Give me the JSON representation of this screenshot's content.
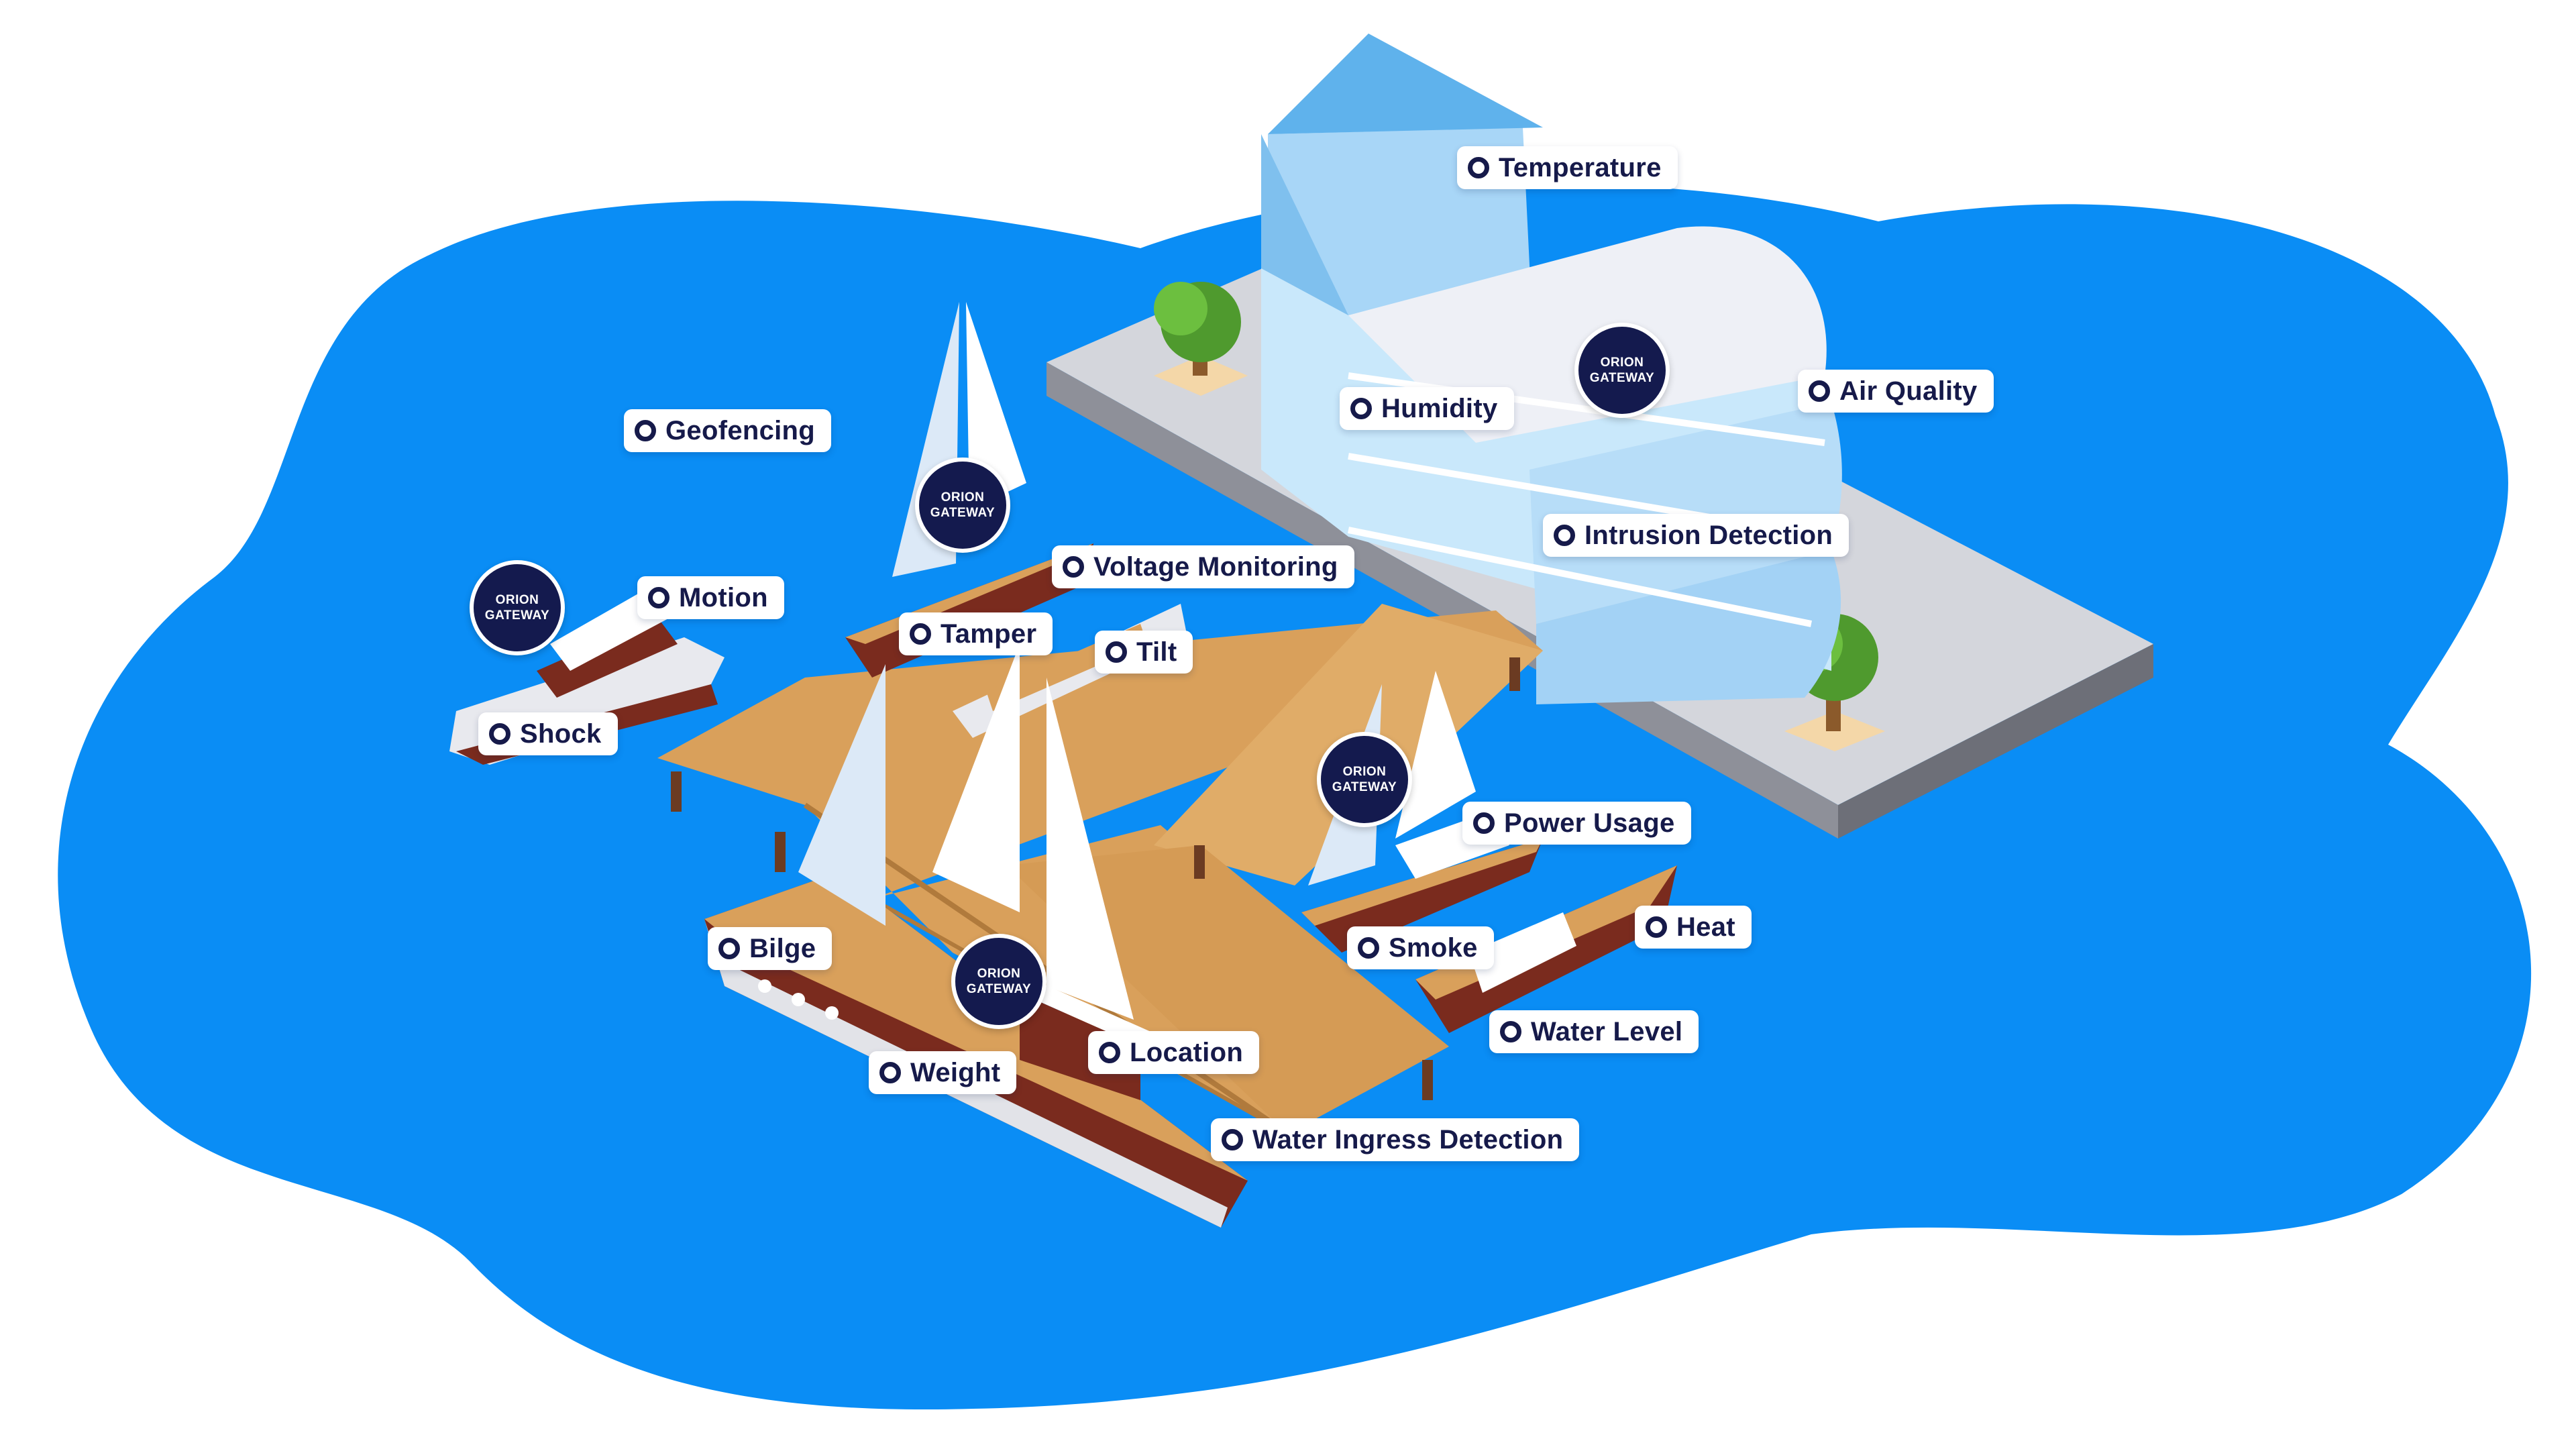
{
  "colors": {
    "water": "#0a8df5",
    "dock_wood": "#d9a05b",
    "platform": "#c9cbd2",
    "glass": "#bfe3fb",
    "gateway": "#141a4e",
    "label_text": "#161a4a",
    "hull_brown": "#7a2b1e"
  },
  "gateway": {
    "line1": "ORION",
    "line2": "GATEWAY"
  },
  "labels": {
    "temperature": "Temperature",
    "humidity": "Humidity",
    "air_quality": "Air Quality",
    "intrusion_detection": "Intrusion Detection",
    "geofencing": "Geofencing",
    "motion": "Motion",
    "shock": "Shock",
    "voltage_monitoring": "Voltage Monitoring",
    "tamper": "Tamper",
    "tilt": "Tilt",
    "power_usage": "Power Usage",
    "heat": "Heat",
    "smoke": "Smoke",
    "water_level": "Water Level",
    "bilge": "Bilge",
    "location": "Location",
    "weight": "Weight",
    "water_ingress_detection": "Water Ingress Detection"
  }
}
